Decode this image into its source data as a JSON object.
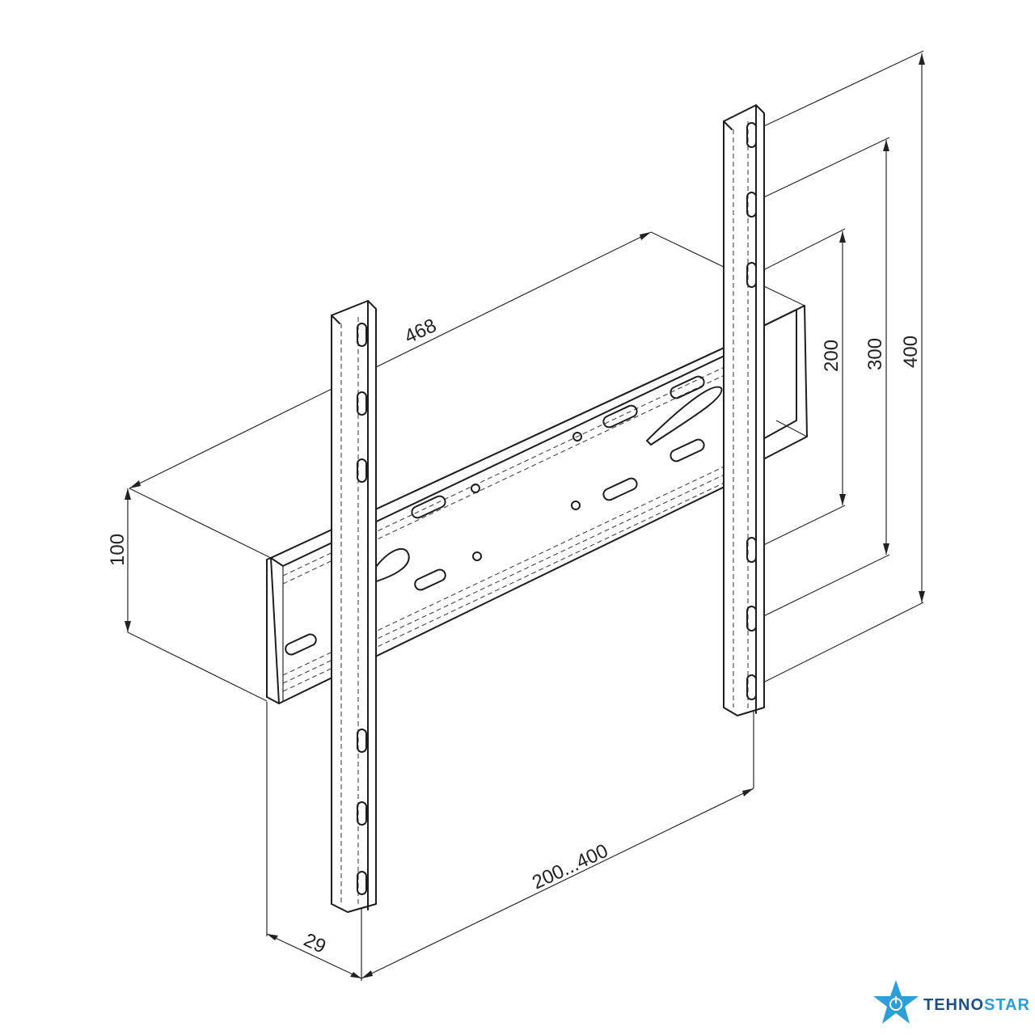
{
  "dimensions": {
    "width_label": "468",
    "depth_label": "100",
    "offset_label": "29",
    "hole_span_label": "200...400",
    "vertical_200_label": "200",
    "vertical_300_label": "300",
    "vertical_400_label": "400"
  },
  "watermark": {
    "brand_part1": "TEHNO",
    "brand_part2": "STAR",
    "icon": "star-power-icon"
  },
  "colors": {
    "line": "#1e1e1e",
    "brand_blue": "#2a9fd8",
    "brand_dark": "#1a4f8a"
  }
}
